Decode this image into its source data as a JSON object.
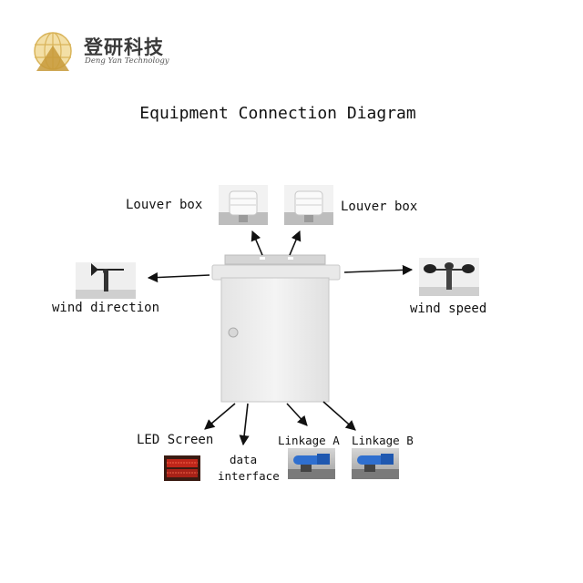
{
  "brand": {
    "name_cn": "登研科技",
    "name_en": "Deng Yan Technology"
  },
  "title": "Equipment Connection Diagram",
  "labels": {
    "louver_left": "Louver box",
    "louver_right": "Louver box",
    "wind_direction": "wind direction",
    "wind_speed": "wind speed",
    "led_screen": "LED Screen",
    "data_interface_1": "data",
    "data_interface_2": "interface",
    "linkage_a": "Linkage A",
    "linkage_b": "Linkage B"
  },
  "colors": {
    "logo_gold": "#d9b45a",
    "cabinet": "#efefef",
    "led_red": "#d8281c",
    "linkage_blue": "#2f6fcf"
  }
}
